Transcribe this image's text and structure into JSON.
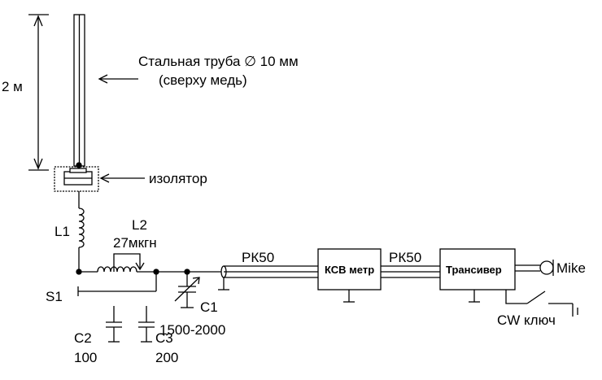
{
  "labels": {
    "pipe_title": "Стальная труба ∅ 10 мм",
    "pipe_sub": "(сверху медь)",
    "height": "2 м",
    "insulator": "изолятор",
    "l1": "L1",
    "l2": "L2",
    "l2_value": "27мкгн",
    "s1": "S1",
    "c1": "C1",
    "c1_value": "1500-2000",
    "c2": "C2",
    "c2_value": "100",
    "c3": "C3",
    "c3_value": "200",
    "cable1": "РК50",
    "cable2": "РК50",
    "swr_meter": "КСВ метр",
    "transceiver": "Трансивер",
    "mike": "Mike",
    "cw_key": "CW ключ"
  },
  "colors": {
    "line": "#000000",
    "background": "#ffffff"
  }
}
